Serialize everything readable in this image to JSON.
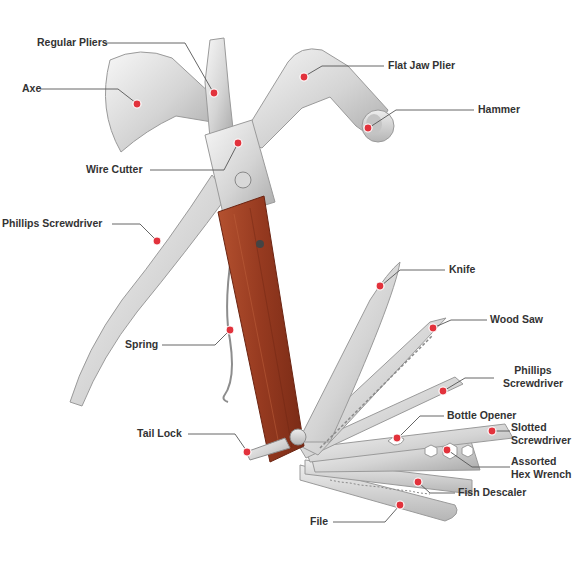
{
  "diagram": {
    "labels": [
      "Regular Pliers",
      "Flat Jaw Plier",
      "Axe",
      "Hammer",
      "Wire Cutter",
      "Phillips Screwdriver",
      "Knife",
      "Wood Saw",
      "Spring",
      "Phillips Screwdriver",
      "Bottle Opener",
      "Slotted Screwdriver",
      "Tail Lock",
      "Assorted Hex Wrench",
      "Fish Descaler",
      "File"
    ]
  }
}
